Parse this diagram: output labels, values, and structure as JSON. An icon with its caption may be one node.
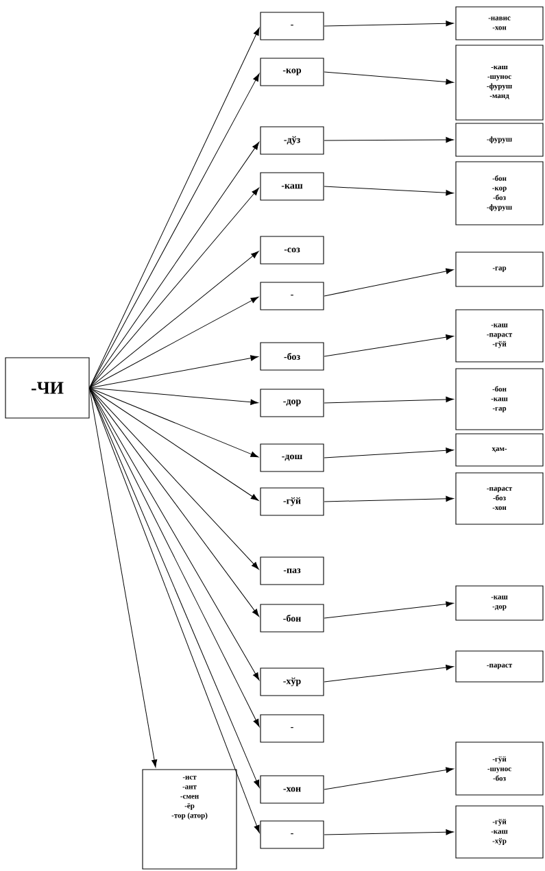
{
  "diagram": {
    "nodes": [
      {
        "text": [
          "-ЧИ"
        ]
      },
      {
        "text": [
          "-"
        ]
      },
      {
        "text": [
          "-кор"
        ]
      },
      {
        "text": [
          "-дўз"
        ]
      },
      {
        "text": [
          "-каш"
        ]
      },
      {
        "text": [
          "-соз"
        ]
      },
      {
        "text": [
          "-"
        ]
      },
      {
        "text": [
          "-боз"
        ]
      },
      {
        "text": [
          "-дор"
        ]
      },
      {
        "text": [
          "-дош"
        ]
      },
      {
        "text": [
          "-гўй"
        ]
      },
      {
        "text": [
          "-паз"
        ]
      },
      {
        "text": [
          "-бон"
        ]
      },
      {
        "text": [
          "-хўр"
        ]
      },
      {
        "text": [
          "-"
        ]
      },
      {
        "text": [
          "-хон"
        ]
      },
      {
        "text": [
          "-"
        ]
      },
      {
        "text": [
          "-навис",
          "-хон"
        ]
      },
      {
        "text": [
          "-каш",
          "-шунос",
          "-фуруш",
          "-манд"
        ]
      },
      {
        "text": [
          "-фуруш"
        ]
      },
      {
        "text": [
          "-бон",
          "-кор",
          "-боз",
          "-фуруш"
        ]
      },
      {
        "text": [
          "-гар"
        ]
      },
      {
        "text": [
          "-каш",
          "-параст",
          "-гўй"
        ]
      },
      {
        "text": [
          "-бон",
          "-каш",
          "-гар"
        ]
      },
      {
        "text": [
          "ҳам-"
        ]
      },
      {
        "text": [
          "-параст",
          "-боз",
          "-хон"
        ]
      },
      {
        "text": [
          "-каш",
          "-дор"
        ]
      },
      {
        "text": [
          "-параст"
        ]
      },
      {
        "text": [
          "-гўй",
          "-шунос",
          "-боз"
        ]
      },
      {
        "text": [
          "-гўй",
          "-каш",
          "-хўр"
        ]
      },
      {
        "text": [
          "-ист",
          "-ант",
          "-смен",
          "-ёр",
          "-тор (атор)"
        ]
      }
    ],
    "edges": [
      {
        "from": 0,
        "to": 1,
        "arrow": "to"
      },
      {
        "from": 0,
        "to": 2,
        "arrow": "to"
      },
      {
        "from": 0,
        "to": 3,
        "arrow": "to"
      },
      {
        "from": 0,
        "to": 4,
        "arrow": "to"
      },
      {
        "from": 0,
        "to": 5,
        "arrow": "to"
      },
      {
        "from": 0,
        "to": 6,
        "arrow": "to"
      },
      {
        "from": 0,
        "to": 7,
        "arrow": "to"
      },
      {
        "from": 0,
        "to": 8,
        "arrow": "to"
      },
      {
        "from": 0,
        "to": 9,
        "arrow": "to"
      },
      {
        "from": 0,
        "to": 10,
        "arrow": "to"
      },
      {
        "from": 0,
        "to": 11,
        "arrow": "to"
      },
      {
        "from": 0,
        "to": 12,
        "arrow": "to"
      },
      {
        "from": 0,
        "to": 13,
        "arrow": "to"
      },
      {
        "from": 0,
        "to": 14,
        "arrow": "to"
      },
      {
        "from": 0,
        "to": 15,
        "arrow": "to"
      },
      {
        "from": 0,
        "to": 16,
        "arrow": "to"
      },
      {
        "from": 0,
        "to": 30,
        "arrow": "to"
      },
      {
        "from": 1,
        "to": 17,
        "arrow": "to"
      },
      {
        "from": 2,
        "to": 18,
        "arrow": "to"
      },
      {
        "from": 3,
        "to": 19,
        "arrow": "to"
      },
      {
        "from": 4,
        "to": 20,
        "arrow": "to"
      },
      {
        "from": 6,
        "to": 21,
        "arrow": "to"
      },
      {
        "from": 7,
        "to": 22,
        "arrow": "to"
      },
      {
        "from": 8,
        "to": 23,
        "arrow": "to"
      },
      {
        "from": 9,
        "to": 24,
        "arrow": "to"
      },
      {
        "from": 10,
        "to": 25,
        "arrow": "to"
      },
      {
        "from": 12,
        "to": 26,
        "arrow": "to"
      },
      {
        "from": 13,
        "to": 27,
        "arrow": "to"
      },
      {
        "from": 15,
        "to": 28,
        "arrow": "to"
      },
      {
        "from": 16,
        "to": 29,
        "arrow": "to"
      }
    ]
  }
}
